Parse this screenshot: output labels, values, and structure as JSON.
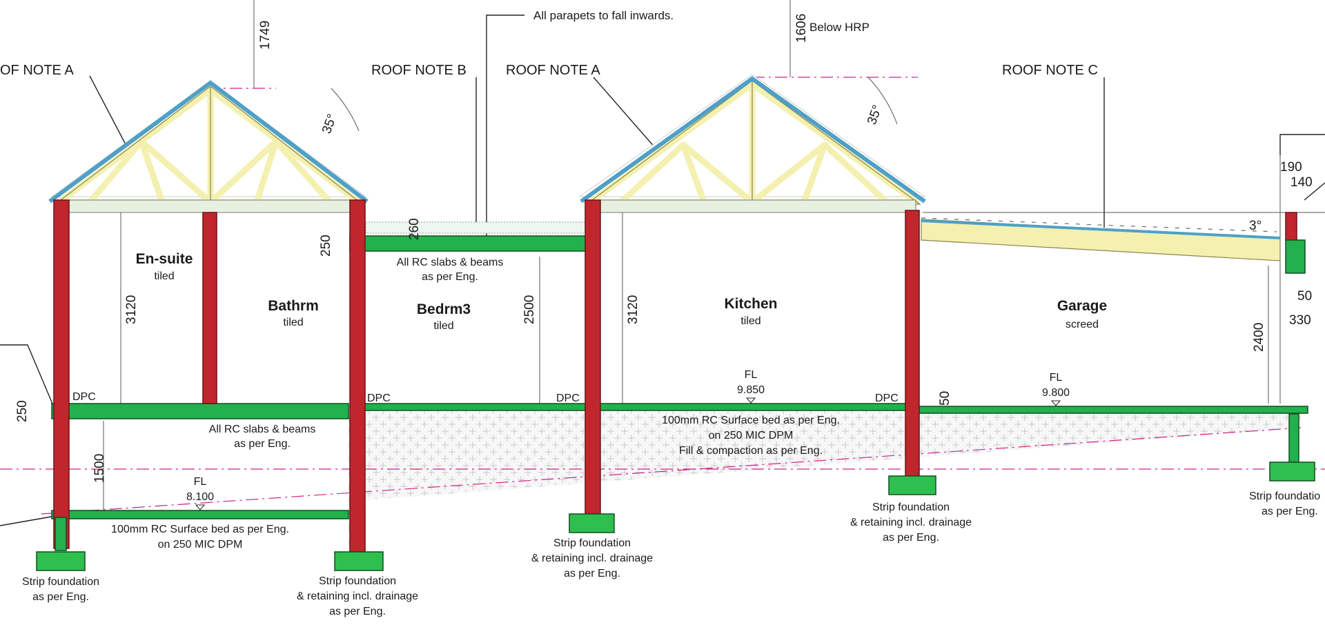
{
  "notes": {
    "parapets": "All parapets to fall inwards.",
    "roof_note_a_left": "OF NOTE A",
    "roof_note_b": "ROOF NOTE B",
    "roof_note_a": "ROOF NOTE A",
    "roof_note_c": "ROOF NOTE C",
    "below_hrp": "Below HRP"
  },
  "dimensions": {
    "d1749": "1749",
    "d1606": "1606",
    "angle_left": "35°",
    "angle_right": "35°",
    "angle_garage": "3°",
    "d190": "190",
    "d140": "140",
    "d50_right": "50",
    "d330": "330",
    "d2400": "2400",
    "d250_slab": "250",
    "d260": "260",
    "d3120_left": "3120",
    "d2500": "2500",
    "d3120_mid": "3120",
    "d250_low": "250",
    "d1500": "1500",
    "d50_fl": "50"
  },
  "rooms": [
    {
      "name": "En-suite",
      "finish": "tiled"
    },
    {
      "name": "Bathrm",
      "finish": "tiled"
    },
    {
      "name": "Bedrm3",
      "finish": "tiled"
    },
    {
      "name": "Kitchen",
      "finish": "tiled"
    },
    {
      "name": "Garage",
      "finish": "screed"
    }
  ],
  "labels": {
    "rc_slabs_upper_1": "All RC slabs & beams",
    "rc_slabs_upper_2": "as per Eng.",
    "rc_slabs_lower_1": "All RC slabs & beams",
    "rc_slabs_lower_2": "as per Eng.",
    "dpc": "DPC",
    "fl": "FL",
    "fl_9850": "9.850",
    "fl_9800": "9.800",
    "fl_8100": "8.100",
    "surface_bed_mid_1": "100mm RC Surface bed as per Eng.",
    "surface_bed_mid_2": "on 250 MIC DPM",
    "surface_bed_mid_3": "Fill & compaction as per Eng.",
    "surface_bed_low_1": "100mm RC Surface bed as per Eng.",
    "surface_bed_low_2": "on 250 MIC DPM",
    "strip_1": "Strip foundation",
    "strip_2": "as per Eng.",
    "strip_ret_1": "Strip foundation",
    "strip_ret_2": "& retaining incl. drainage",
    "strip_ret_3": "as per Eng.",
    "strip_right_1": "Strip foundatio",
    "strip_right_2": "as per Eng."
  },
  "colors": {
    "column": "#c0272d",
    "slab": "#22b14c",
    "truss": "#f4f0b0",
    "roof_tile": "#4ea0c8",
    "datum": "#d0208a"
  }
}
